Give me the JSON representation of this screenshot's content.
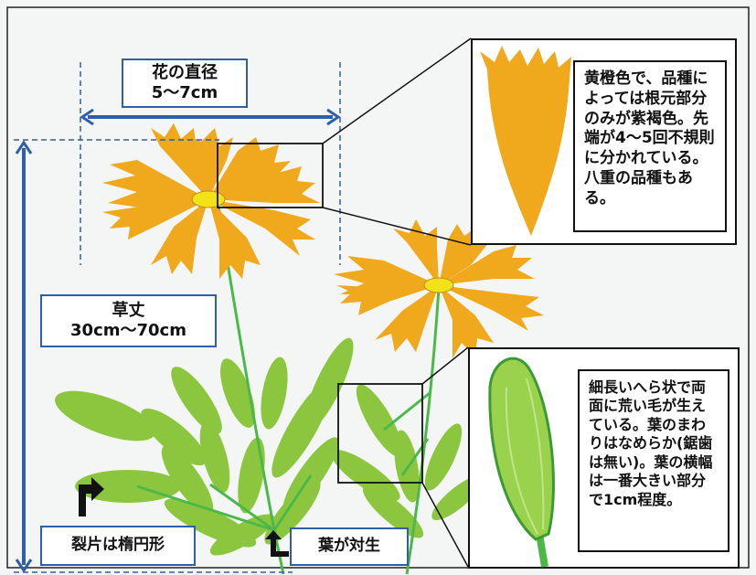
{
  "labels": {
    "flower_diameter_title": "花の直径",
    "flower_diameter_value": "5〜7cm",
    "plant_height_title": "草丈",
    "plant_height_value": "30cm〜70cm",
    "leaflet_shape": "裂片は楕円形",
    "leaf_arrangement": "葉が対生"
  },
  "notes": {
    "petal": "黄橙色で、品種によっては根元部分のみが紫褐色。先端が4〜5回不規則に分かれている。八重の品種もある。",
    "leaf": "細長いへら状で両面に荒い毛が生えている。葉のまわりはなめらか(鋸歯は無い)。葉の横幅は一番大きい部分で1cm程度。"
  },
  "colors": {
    "petal": "#f0a81c",
    "center": "#f2e21a",
    "stem": "#4cb84a",
    "leaf": "#8cc63f",
    "dimension": "#2f5fa8",
    "background": "#f3f6f4"
  }
}
